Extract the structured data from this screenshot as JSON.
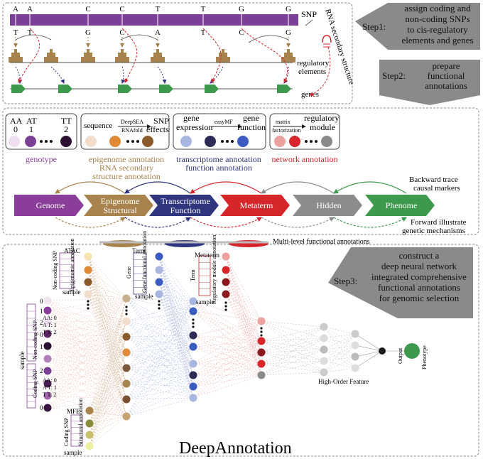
{
  "panel1": {
    "top_bases": [
      "A",
      "A",
      "C",
      "C",
      "T",
      "T",
      "G",
      "G"
    ],
    "bottom_bases": [
      "T",
      "T",
      "G",
      "C",
      "A",
      "T",
      "C",
      "G"
    ],
    "snp_label": "SNP",
    "regulatory_label": "regulatory elements",
    "regulatory_line1": "regulatory",
    "regulatory_line2": "elements",
    "genes_label": "genes",
    "rna_label": "RNA secondary structure"
  },
  "steps": {
    "step1": {
      "prefix": "Step1:",
      "lines": [
        "assign coding and",
        "non-coding SNPs",
        "to cis-regulatory",
        "elements and genes"
      ]
    },
    "step2": {
      "prefix": "Step2:",
      "lines": [
        "prepare",
        "functional",
        "annotations"
      ]
    },
    "step3": {
      "prefix": "Step3:",
      "lines": [
        "construct a",
        "deep neural network",
        "integrated comprehensive",
        "functional annotations",
        "for genomic selection"
      ]
    }
  },
  "panel2": {
    "genotype_box": {
      "labels": [
        "AA",
        "AT",
        "TT"
      ],
      "values": [
        "0",
        "1",
        "2"
      ],
      "caption": "genotype"
    },
    "epigenome_box": {
      "left": "sequence",
      "tool_top": "DeepSEA",
      "tool_bottom": "RNAfold",
      "right_top": "SNP",
      "right_bottom": "effects",
      "caption_l1": "epigenome  annotation",
      "caption_l2": "RNA  secondary",
      "caption_l3": "structure  annotation"
    },
    "transcriptome_box": {
      "left_top": "gene",
      "left_bottom": "expression",
      "tool": "easyMF",
      "right_top": "gene",
      "right_bottom": "function",
      "caption_l1": "transcriptome annotation",
      "caption_l2": "function annotation"
    },
    "network_box": {
      "tool_top": "matrix",
      "tool_bottom": "factorization",
      "right_top": "regulatory",
      "right_bottom": "module",
      "caption": "network annotation"
    },
    "arrows": [
      {
        "l1": "Genome",
        "l2": "",
        "color": "#8b3d9a"
      },
      {
        "l1": "Epigenome",
        "l2": "Structural",
        "color": "#a9834e"
      },
      {
        "l1": "Transcriptome",
        "l2": "Function",
        "color": "#30357f"
      },
      {
        "l1": "Metaterm",
        "l2": "",
        "color": "#d6262b"
      },
      {
        "l1": "Hidden",
        "l2": "",
        "color": "#8c8c8c"
      },
      {
        "l1": "Phenome",
        "l2": "",
        "color": "#3d9a4c"
      }
    ],
    "backward": [
      "Backward trace",
      "causal markers"
    ],
    "forward": [
      "Forward illustrate",
      "genetic mechanisms"
    ]
  },
  "panel3": {
    "multi_level": "Multi-level functional annotations",
    "title": "DeepAnnotation",
    "high_order": "High-Order Feature",
    "output": "Output",
    "phenotype": "Phenotype",
    "atac": "ATAC",
    "term": "Term",
    "metaterm": "Metaterm",
    "mfe": "MFE",
    "sample": "sample",
    "noncoding_snp_a": "Non-coding SNP",
    "epigenomic_annotation": "Epigenomic annotation",
    "gene": "Gene",
    "gene_functional_annotation": "Gene functional annotation",
    "term_v": "Term",
    "regulatory_module_annotation": "Regulatory module annotation",
    "noncoding_snp_left": "Non-coding SNP",
    "coding_snp_left": "Coding SNP",
    "coding_snp_bottom": "Coding SNP",
    "structural_annotation": "Structural annotation",
    "left_values": [
      "0",
      "1",
      "2",
      "0",
      "1",
      "2",
      "0"
    ],
    "legend_top": [
      "AA: 0",
      "A T: 1",
      "T T: 2"
    ],
    "legend_bottom": [
      "AA: 0",
      "A T: 1",
      "T T: 2"
    ]
  }
}
